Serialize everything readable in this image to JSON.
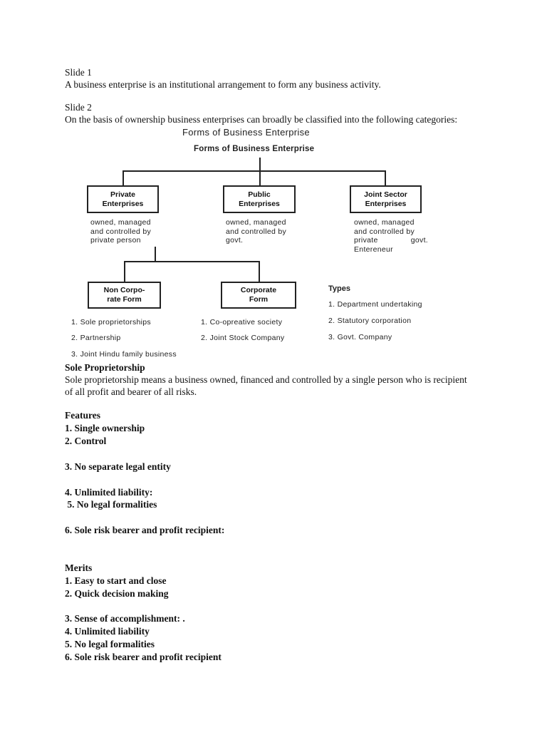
{
  "slide1": {
    "label": "Slide 1",
    "text": "A business enterprise is an institutional arrangement to form any business activity."
  },
  "slide2": {
    "label": "Slide 2",
    "text": "On the basis of ownership business enterprises can broadly be classified into the following categories:"
  },
  "diagram": {
    "caption": "Forms of Business Enterprise",
    "title": "Forms of Business Enterprise",
    "private": {
      "label_line1": "Private",
      "label_line2": "Enterprises",
      "desc_line1": "owned, managed",
      "desc_line2": "and controlled by",
      "desc_line3": "private person"
    },
    "public": {
      "label_line1": "Public",
      "label_line2": "Enterprises",
      "desc_line1": "owned, managed",
      "desc_line2": "and controlled by",
      "desc_line3": "govt."
    },
    "joint": {
      "label_line1": "Joint Sector",
      "label_line2": "Enterprises",
      "desc_line1": "owned, managed",
      "desc_line2": "and controlled by",
      "desc_line3a": "private",
      "desc_line3b": "govt.",
      "desc_line4": "Entereneur"
    },
    "non_corporate": {
      "label_line1": "Non Corpo-",
      "label_line2": "rate Form",
      "items": [
        "1. Sole proprietorships",
        "2. Partnership",
        "3. Joint Hindu family business"
      ]
    },
    "corporate": {
      "label_line1": "Corporate",
      "label_line2": "Form",
      "items": [
        "1. Co-opreative society",
        "2. Joint Stock Company"
      ]
    },
    "types": {
      "heading": "Types",
      "items": [
        "1. Department undertaking",
        "2. Statutory corporation",
        "3. Govt. Company"
      ]
    }
  },
  "sole": {
    "heading": "Sole Proprietorship",
    "line1": "Sole proprietorship means a business owned, financed and controlled by a single person who is recipient",
    "line2": "of all profit and bearer of all risks."
  },
  "features": {
    "heading": "Features",
    "items": [
      "1. Single ownership",
      "2. Control",
      "3. No separate legal entity",
      "4. Unlimited liability:",
      " 5. No legal formalities",
      "6. Sole risk bearer and profit recipient:"
    ]
  },
  "merits": {
    "heading": "Merits",
    "items": [
      "1. Easy to start and close",
      "2. Quick decision making",
      "3. Sense of accomplishment: .",
      "4. Unlimited liability",
      "5. No legal formalities",
      "6. Sole risk bearer and profit recipient"
    ]
  }
}
